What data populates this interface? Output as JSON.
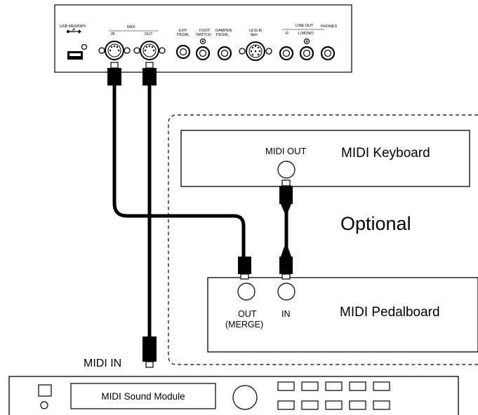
{
  "panel": {
    "usb_label": "USB MEMORY",
    "midi_label": "MIDI",
    "midi_in_label": "IN",
    "midi_out_label": "OUT",
    "exp_label_1": "EXP",
    "exp_label_2": "PEDAL",
    "foot_label_1": "FOOT",
    "foot_label_2": "SWITCH",
    "damper_label_1": "DAMPER",
    "damper_label_2": "PEDAL",
    "leslie_label_1": "LESLIE",
    "leslie_label_2": "8pin",
    "lineout_label": "LINE OUT",
    "lineout_r_label": "R",
    "lineout_l_label": "L/MONO",
    "phones_label": "PHONES"
  },
  "optional_group": {
    "label": "Optional"
  },
  "keyboard": {
    "name": "MIDI Keyboard",
    "port_label": "MIDI OUT"
  },
  "pedalboard": {
    "name": "MIDI Pedalboard",
    "out_label_1": "OUT",
    "out_label_2": "(MERGE)",
    "in_label": "IN"
  },
  "sound_module": {
    "name": "MIDI Sound Module",
    "in_label": "MIDI IN"
  }
}
